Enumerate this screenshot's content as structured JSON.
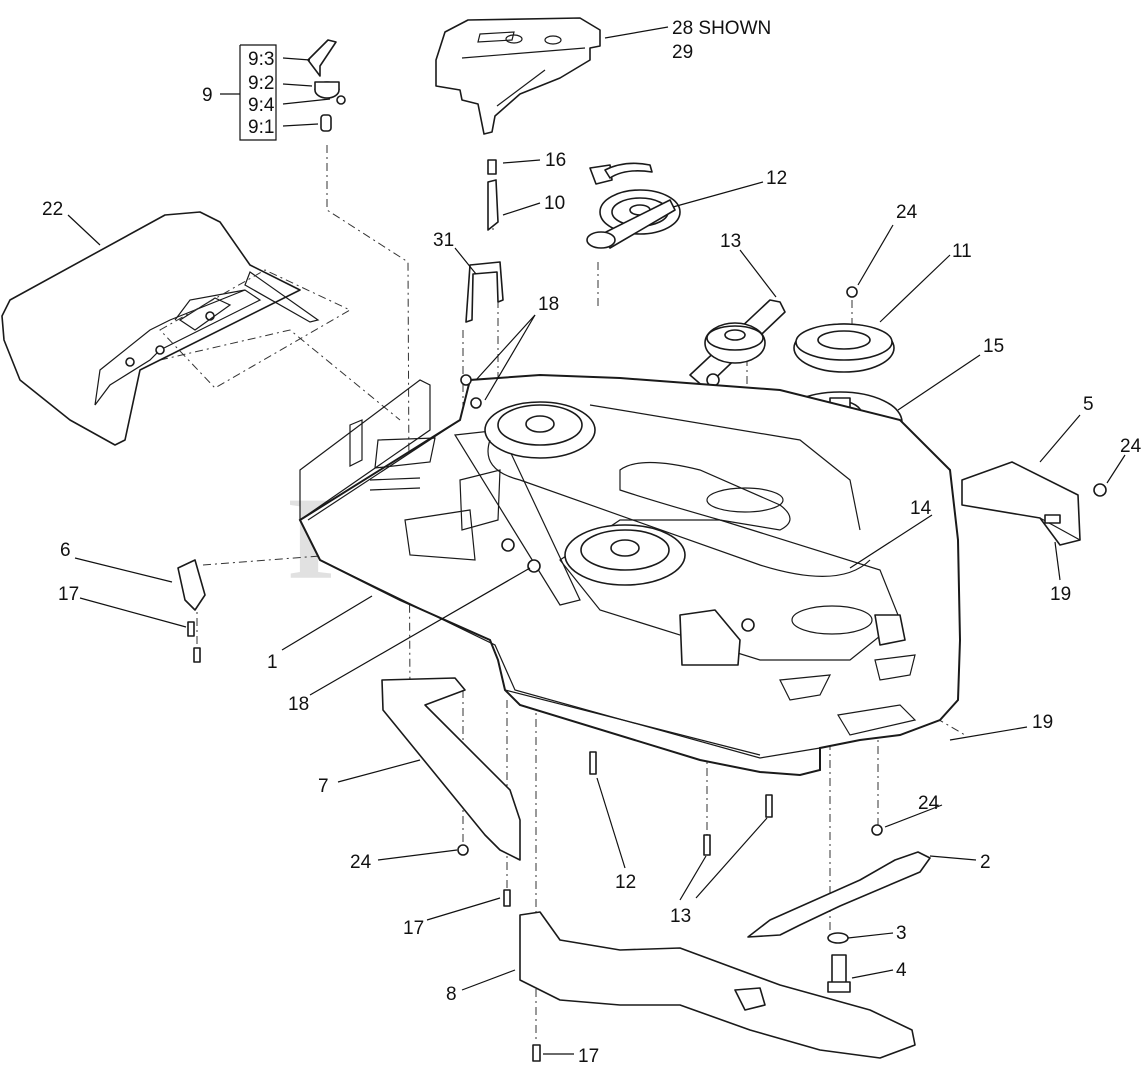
{
  "watermark": {
    "text": "PartsTree",
    "trademark": "TM"
  },
  "callouts": {
    "c28": "28 SHOWN",
    "c29": "29",
    "c9": "9",
    "c9_3": "9:3",
    "c9_2": "9:2",
    "c9_4": "9:4",
    "c9_1": "9:1",
    "c16": "16",
    "c10": "10",
    "c12_top": "12",
    "c13_top": "13",
    "c24_top": "24",
    "c11": "11",
    "c22": "22",
    "c31": "31",
    "c18_top": "18",
    "c15": "15",
    "c5": "5",
    "c24_right": "24",
    "c19_right": "19",
    "c14": "14",
    "c6": "6",
    "c17_left": "17",
    "c1": "1",
    "c18_bottom": "18",
    "c19_mid": "19",
    "c7": "7",
    "c24_mid": "24",
    "c2": "2",
    "c24_left": "24",
    "c12_bottom": "12",
    "c13_bottom": "13",
    "c3": "3",
    "c17_mid": "17",
    "c4": "4",
    "c8": "8",
    "c17_bottom": "17"
  }
}
